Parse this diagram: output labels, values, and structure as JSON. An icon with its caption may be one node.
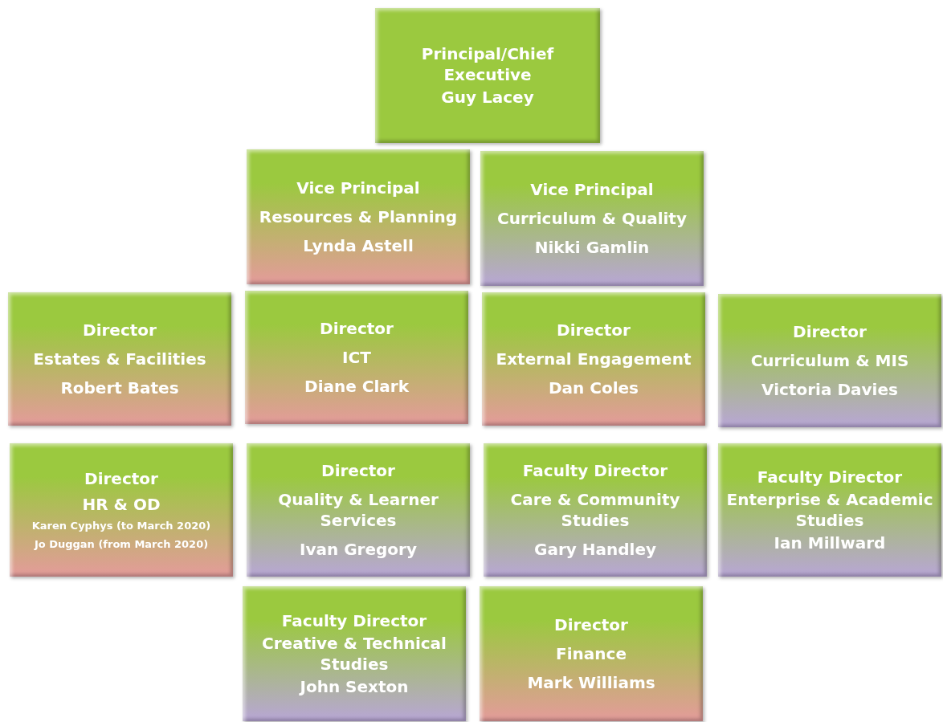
{
  "diagram": {
    "nodes": [
      {
        "text": [
          "Principal/Chief Executive",
          "Guy Lacey"
        ]
      },
      {
        "text": [
          "Vice Principal",
          "Resources & Planning",
          "Lynda Astell"
        ]
      },
      {
        "text": [
          "Vice Principal",
          "Curriculum & Quality",
          "Nikki Gamlin"
        ]
      },
      {
        "text": [
          "Director",
          "Estates & Facilities",
          "Robert Bates"
        ]
      },
      {
        "text": [
          "Director",
          "ICT",
          "Diane Clark"
        ]
      },
      {
        "text": [
          "Director",
          "External Engagement",
          "Dan Coles"
        ]
      },
      {
        "text": [
          "Director",
          "Curriculum & MIS",
          "Victoria Davies"
        ]
      },
      {
        "text": [
          "Director",
          "HR & OD",
          "Karen Cyphys (to March 2020)",
          "Jo Duggan (from March 2020)"
        ]
      },
      {
        "text": [
          "Director",
          "Quality & Learner Services",
          "Ivan Gregory"
        ]
      },
      {
        "text": [
          "Faculty Director",
          "Care & Community Studies",
          "Gary Handley"
        ]
      },
      {
        "text": [
          "Faculty Director",
          "Enterprise & Academic Studies",
          "Ian Millward"
        ]
      },
      {
        "text": [
          "Faculty Director",
          "Creative & Technical Studies",
          "John Sexton"
        ]
      },
      {
        "text": [
          "Director",
          "Finance",
          "Mark Williams"
        ]
      }
    ],
    "edges": []
  }
}
